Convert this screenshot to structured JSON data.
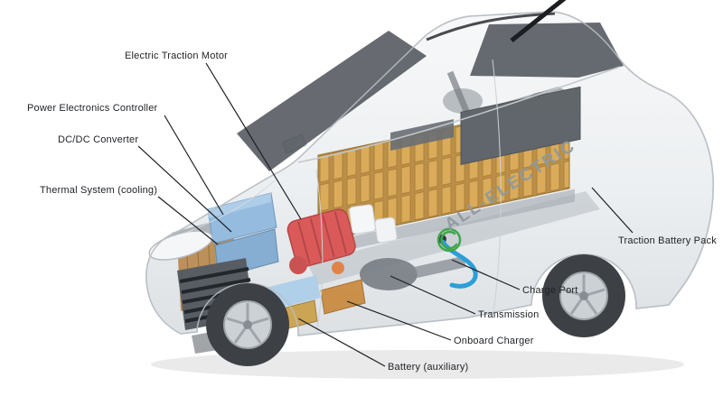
{
  "diagram": {
    "name": "All-electric vehicle cutaway diagram",
    "branding": {
      "text": "ALL-ELECTRIC"
    },
    "labels": [
      {
        "id": "electric-traction-motor",
        "text": "Electric Traction Motor"
      },
      {
        "id": "power-electronics-controller",
        "text": "Power Electronics Controller"
      },
      {
        "id": "dc-dc-converter",
        "text": "DC/DC Converter"
      },
      {
        "id": "thermal-system-cooling",
        "text": "Thermal System (cooling)"
      },
      {
        "id": "traction-battery-pack",
        "text": "Traction Battery Pack"
      },
      {
        "id": "charge-port",
        "text": "Charge Port"
      },
      {
        "id": "transmission",
        "text": "Transmission"
      },
      {
        "id": "onboard-charger",
        "text": "Onboard Charger"
      },
      {
        "id": "battery-auxiliary",
        "text": "Battery (auxiliary)"
      }
    ],
    "colors": {
      "battery_cell": "#d9a74f",
      "battery_cell_dark": "#b8893c",
      "motor_red": "#d95050",
      "power_electronics_blue": "#8fb9de",
      "charge_cable_blue": "#2b9fd8",
      "brand_green": "#3fa64b",
      "leader_line": "#1c1e21",
      "car_body": "#eceff1",
      "glass": "#454b52"
    }
  }
}
